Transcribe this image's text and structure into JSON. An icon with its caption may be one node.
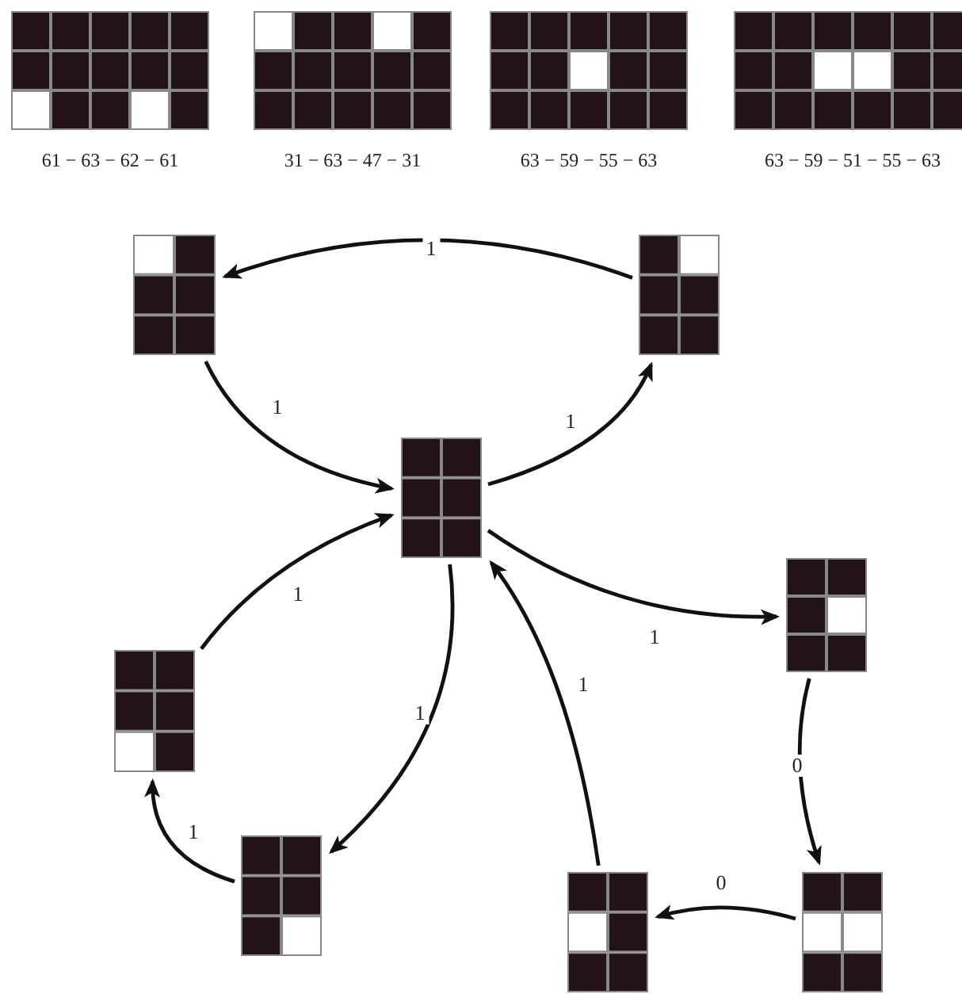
{
  "diagram": {
    "nodes": [
      {
        "text": [],
        "shape": "picture"
      },
      {
        "text": [],
        "shape": "picture"
      },
      {
        "text": [],
        "shape": "picture"
      },
      {
        "text": [],
        "shape": "picture"
      },
      {
        "text": [],
        "shape": "picture"
      },
      {
        "text": [],
        "shape": "picture"
      },
      {
        "text": [],
        "shape": "picture"
      },
      {
        "text": [],
        "shape": "picture"
      }
    ],
    "edges": [
      {
        "from": 1,
        "to": 0,
        "arrow": "to",
        "label": "1"
      },
      {
        "from": 0,
        "to": 2,
        "arrow": "to",
        "label": "1"
      },
      {
        "from": 2,
        "to": 1,
        "arrow": "to",
        "label": "1"
      },
      {
        "from": 2,
        "to": 3,
        "arrow": "to",
        "label": "1"
      },
      {
        "from": 3,
        "to": 7,
        "arrow": "to",
        "label": "0"
      },
      {
        "from": 7,
        "to": 6,
        "arrow": "to",
        "label": "0"
      },
      {
        "from": 6,
        "to": 2,
        "arrow": "to",
        "label": "1"
      },
      {
        "from": 2,
        "to": 5,
        "arrow": "to",
        "label": "1"
      },
      {
        "from": 5,
        "to": 4,
        "arrow": "to",
        "label": "1"
      },
      {
        "from": 4,
        "to": 2,
        "arrow": "to",
        "label": "1"
      }
    ],
    "labels": [
      "61 − 63 − 62 − 61",
      "31 − 63 − 47 − 31",
      "63 − 59 − 55 − 63",
      "63 − 59 − 51 − 55 − 63"
    ]
  }
}
